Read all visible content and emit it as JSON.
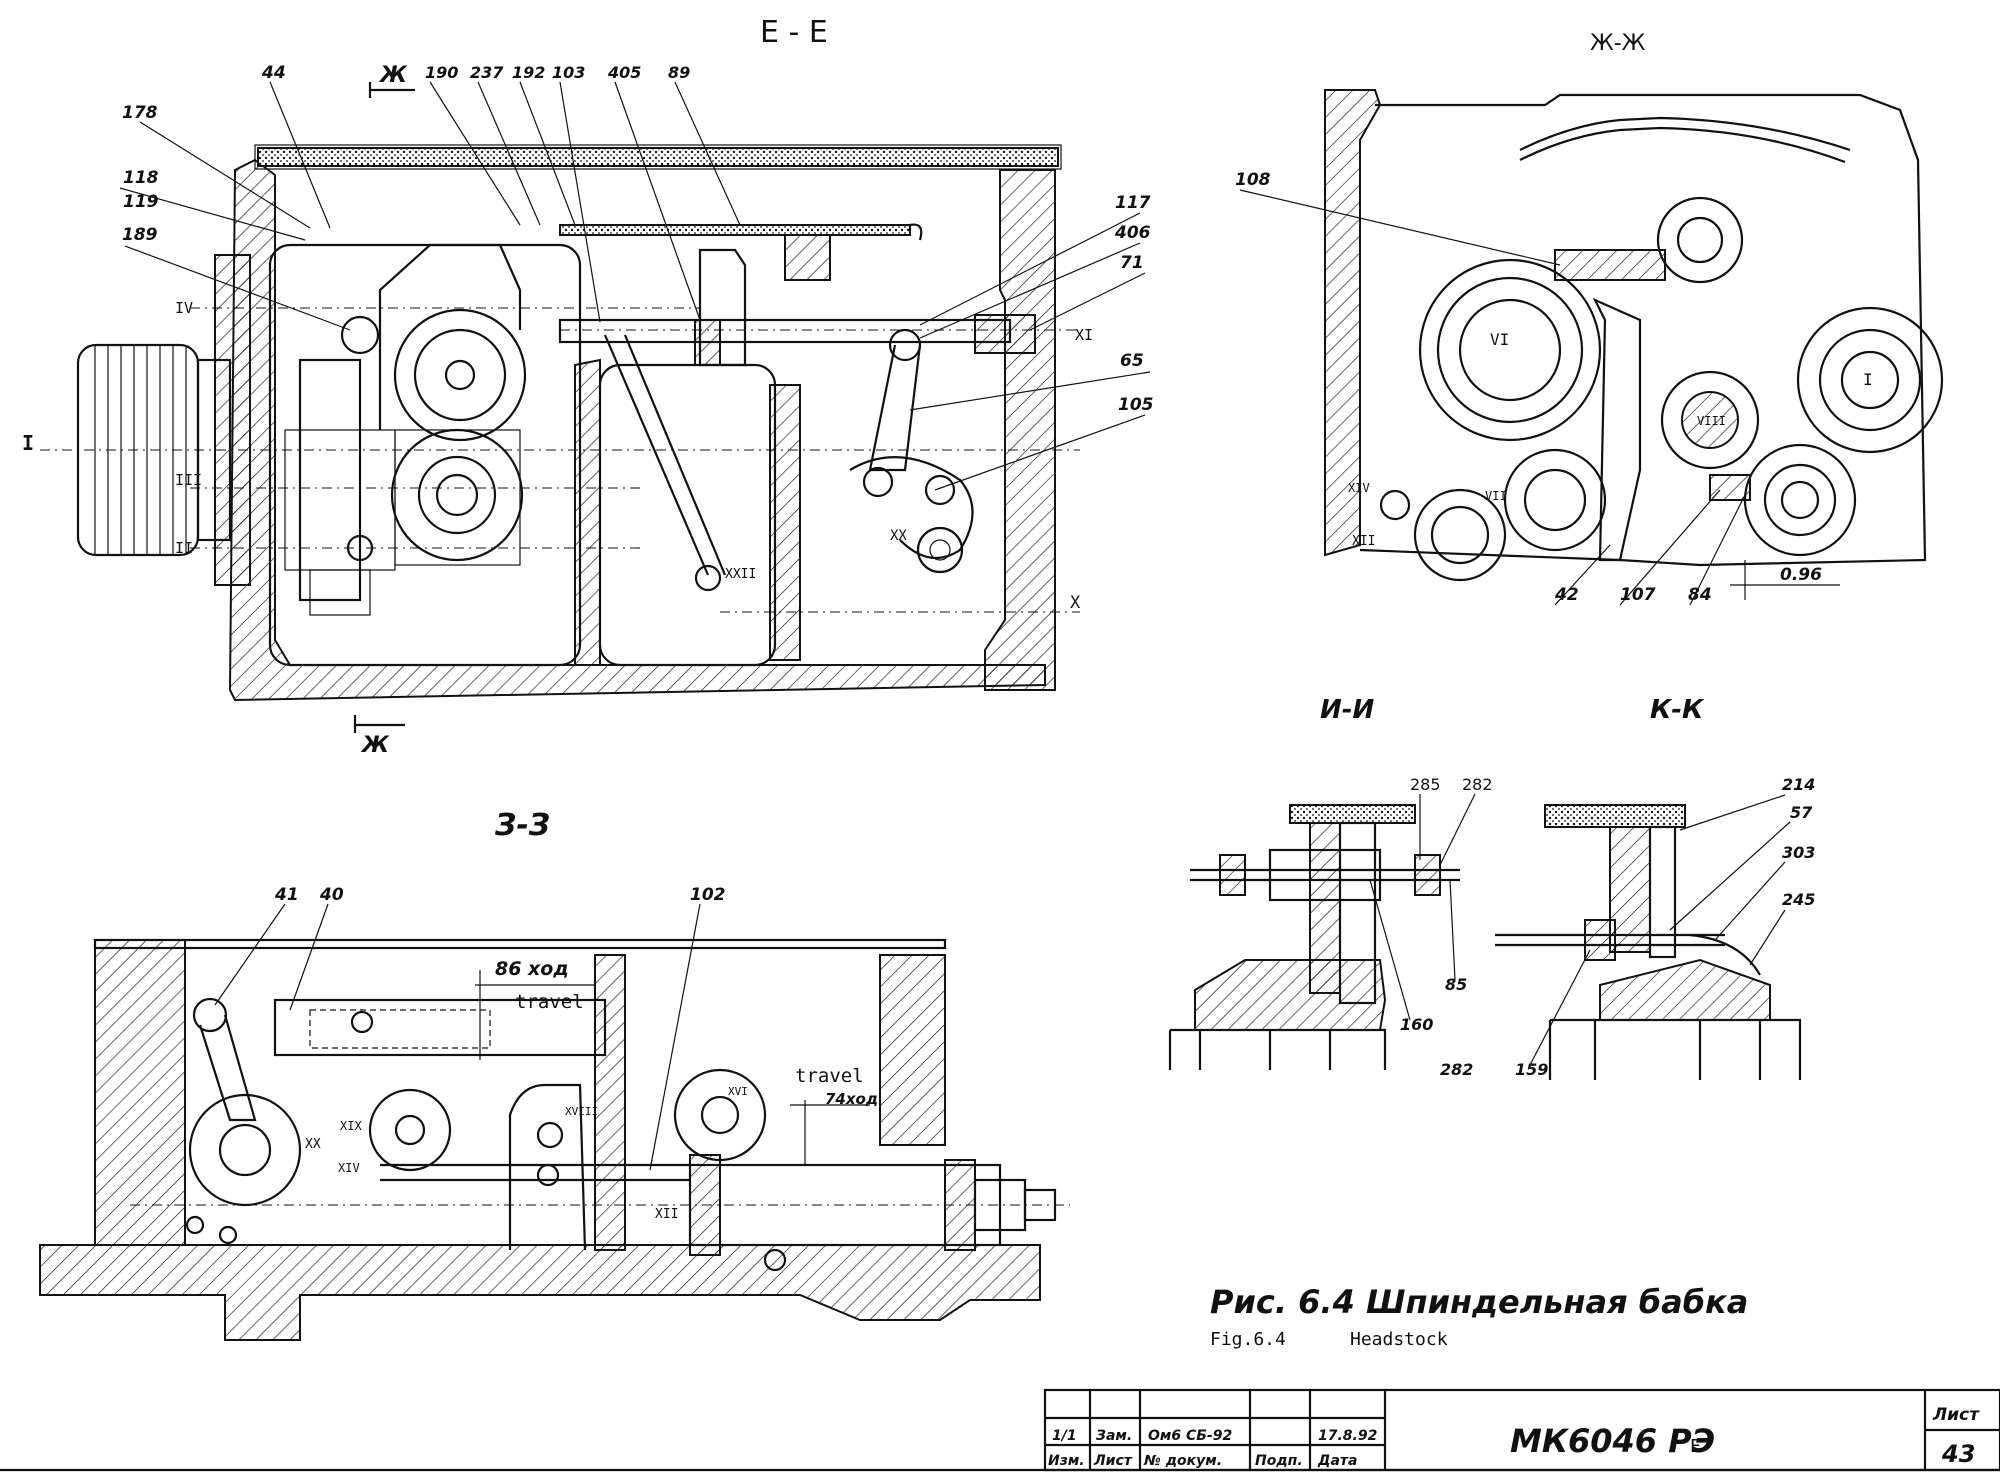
{
  "sections": {
    "ee": "E - E",
    "zhzh": "Ж-Ж",
    "zz": "З-З",
    "ii": "И-И",
    "kk": "К-К"
  },
  "labels_ee": [
    "44",
    "178",
    "118",
    "119",
    "189",
    "190",
    "237",
    "192",
    "103",
    "405",
    "89",
    "117",
    "406",
    "71",
    "65",
    "105"
  ],
  "labels_ee_marks": {
    "zh_top": "Ж",
    "zh_bottom": "Ж",
    "r1": "I",
    "r2": "II",
    "r3": "III",
    "r4": "IV",
    "r5": "XI",
    "r6": "X",
    "r7": "XX",
    "r8": "XXII"
  },
  "labels_zhzh": [
    "108",
    "VI",
    "I",
    "XIV",
    "XII",
    "VII",
    "VIII",
    "42",
    "107",
    "84",
    "0.96"
  ],
  "labels_zz": [
    "41",
    "40",
    "102",
    "XX",
    "XIX",
    "XIV",
    "XVIII",
    "XVI",
    "XII"
  ],
  "dimensions_zz": {
    "stroke_top": "86 ход",
    "travel_top": "travel",
    "travel_right": "travel",
    "stroke_right": "74ход"
  },
  "labels_ii": [
    "285",
    "282",
    "160",
    "85",
    "282"
  ],
  "labels_kk": [
    "214",
    "57",
    "303",
    "245",
    "159"
  ],
  "caption": {
    "ru": "Рис. 6.4  Шпиндельная    бабка",
    "en_fig": "Fig.6.4",
    "en_title": "Headstock"
  },
  "title_block": {
    "headers": [
      "Изм.",
      "Лист",
      "№ докум.",
      "Подп.",
      "Дата"
    ],
    "revision": [
      "1/1",
      "Зам.",
      "Ом6 СБ-92",
      "",
      "17.8.92"
    ],
    "doc_code": "МК6046 РЭ",
    "suffix": "Е",
    "sheet_label": "Лист",
    "sheet_no": "43"
  }
}
